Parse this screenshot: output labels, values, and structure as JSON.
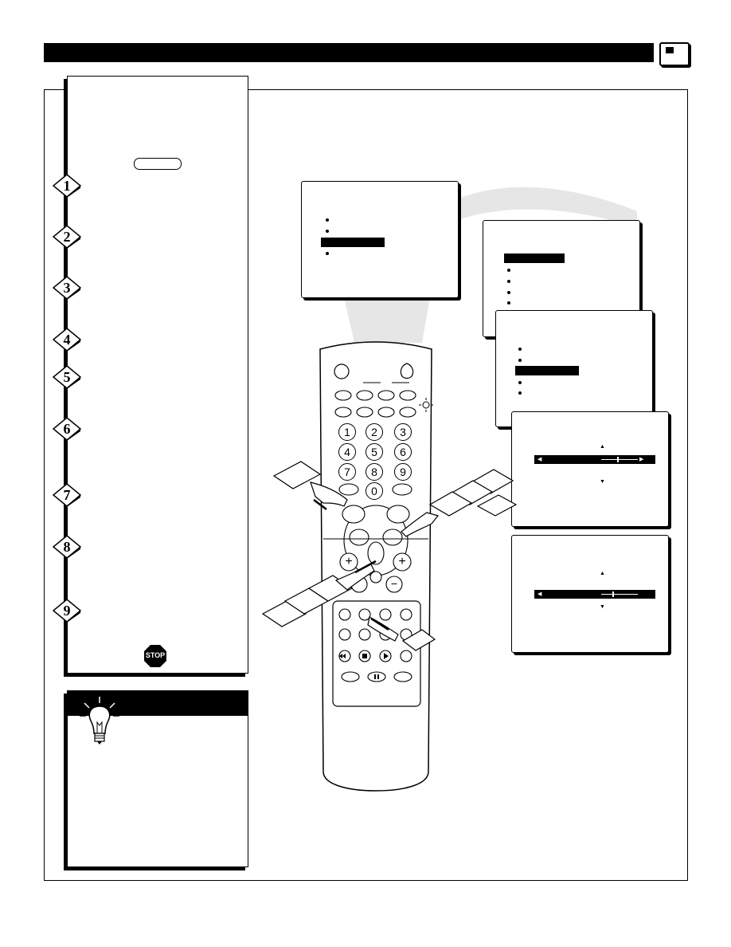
{
  "header": {
    "title": ""
  },
  "steps": [
    {
      "number": "1"
    },
    {
      "number": "2"
    },
    {
      "number": "3"
    },
    {
      "number": "4"
    },
    {
      "number": "5"
    },
    {
      "number": "6"
    },
    {
      "number": "7"
    },
    {
      "number": "8"
    },
    {
      "number": "9"
    }
  ],
  "stop_sign": {
    "label": "STOP"
  },
  "remote": {
    "number_keys": [
      "1",
      "2",
      "3",
      "4",
      "5",
      "6",
      "7",
      "8",
      "9",
      "0"
    ]
  },
  "colors": {
    "ink": "#000000",
    "paper": "#ffffff",
    "beam": "#e6e6e6"
  },
  "icons": [
    "tv-icon",
    "lightbulb-icon",
    "stop-sign-icon",
    "remote-control-icon",
    "pointing-hand-icon"
  ]
}
